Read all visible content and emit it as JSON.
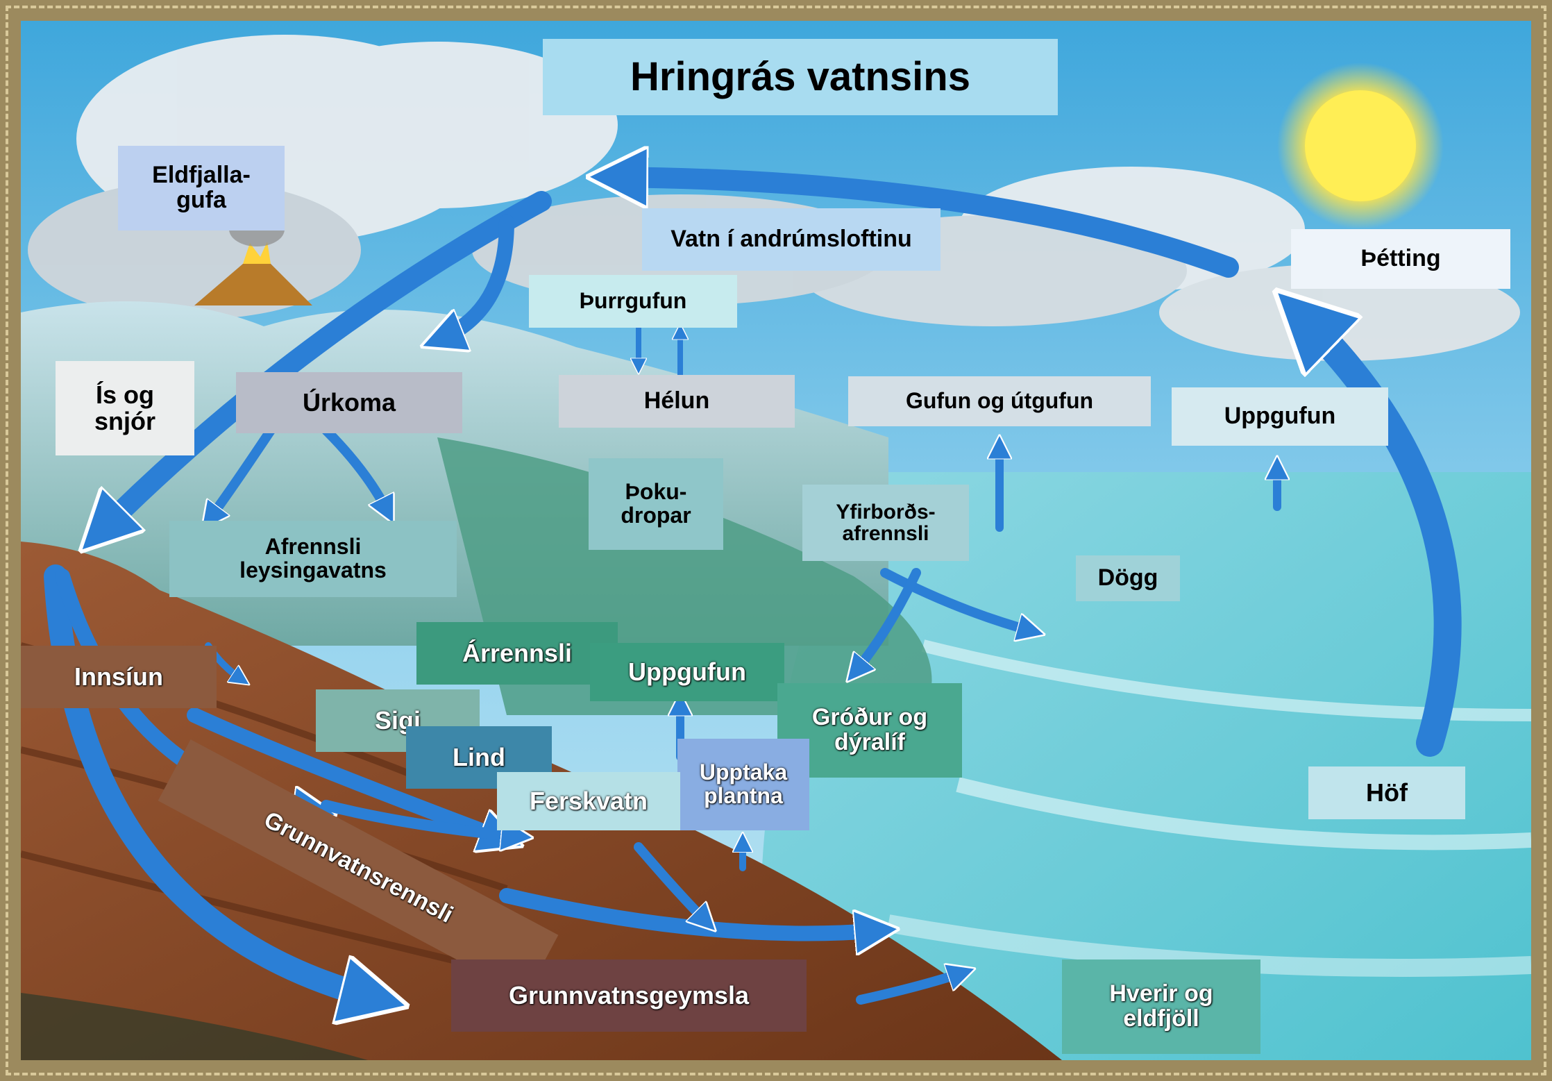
{
  "title": "Hringrás vatnsins",
  "labels": {
    "eldfjallagufa": "Eldfjalla-\ngufa",
    "vatn_andrumslofti": "Vatn í andrúmsloftinu",
    "thetting": "Þétting",
    "thurrgufun": "Þurrgufun",
    "is_og_snjor": "Ís og\nsnjór",
    "urkoma": "Úrkoma",
    "helun": "Hélun",
    "gufun_utgufun": "Gufun og útgufun",
    "uppgufun_haf": "Uppgufun",
    "thokudropar": "Þoku-\ndropar",
    "yfirbords_afrennsli": "Yfirborðs-\nafrennsli",
    "afrennsli_leysingavatns": "Afrennsli\nleysingavatns",
    "dogg": "Dögg",
    "arrennsli": "Árrennsli",
    "uppgufun_land": "Uppgufun",
    "innsiun": "Innsíun",
    "grodur_dyralif": "Gróður og\ndýralíf",
    "sigi": "Sigi",
    "lind": "Lind",
    "upptaka_plantna": "Upptaka\nplantna",
    "ferskvatn": "Ferskvatn",
    "hof": "Höf",
    "grunnvatnsrennsli": "Grunnvatnsrennsli",
    "grunnvatnsgeymsla": "Grunnvatnsgeymsla",
    "hverir_eldfjoll": "Hverir og\neldfjöll"
  },
  "colors": {
    "sky": "#5fb7e3",
    "ocean": "#7fd0dc",
    "earth": "#8b4a2b",
    "arrow": "#1f6fc8",
    "frame": "#9c8a5e"
  },
  "icons": [
    "sun-icon",
    "volcano-icon",
    "cloud-icon"
  ]
}
